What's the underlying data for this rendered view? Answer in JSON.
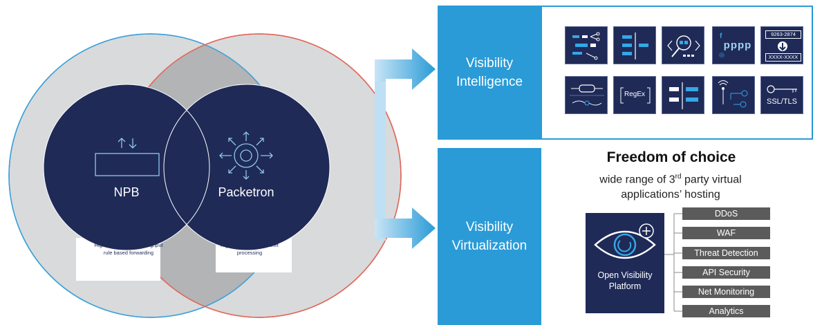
{
  "venn": {
    "left_circle": {
      "title": "NPB",
      "caption": "High capacity high throughput rule based forwarding",
      "icon": "vertical-arrows-rectangle-icon"
    },
    "right_circle": {
      "title": "Packetron",
      "caption": "High performance packet processing",
      "icon": "radial-arrows-target-icon"
    }
  },
  "panels": {
    "intelligence": {
      "line1": "Visibility",
      "line2": "Intelligence",
      "icons": [
        {
          "name": "flow-diagram-icon"
        },
        {
          "name": "filter-bars-icon"
        },
        {
          "name": "code-magnifier-icon"
        },
        {
          "name": "social-media-icon",
          "text": "pppp"
        },
        {
          "name": "masking-icon",
          "text_top": "9263-2874",
          "text_bottom": "XXXX-XXXX"
        },
        {
          "name": "pipe-decrypt-icon"
        },
        {
          "name": "regex-icon",
          "text": "RegEx"
        },
        {
          "name": "slicing-bars-icon"
        },
        {
          "name": "wireless-network-icon"
        },
        {
          "name": "key-ssl-icon",
          "text": "SSL/TLS"
        }
      ]
    },
    "virtualization": {
      "line1": "Visibility",
      "line2": "Virtualization",
      "title": "Freedom of choice",
      "subtitle_part1": "wide range of 3",
      "subtitle_sup": "rd",
      "subtitle_part2": " party virtual",
      "subtitle_line2": "applications’ hosting",
      "platform": {
        "line1": "Open Visibility",
        "line2": "Platform",
        "icon": "eye-plus-icon"
      },
      "apps": [
        "DDoS",
        "WAF",
        "Threat Detection",
        "API Security",
        "Net Monitoring",
        "Analytics"
      ]
    }
  },
  "colors": {
    "navy": "#1f2a57",
    "blue": "#2a9bd7",
    "grey": "#5b5b5b",
    "light_grey": "#d9dadb"
  }
}
